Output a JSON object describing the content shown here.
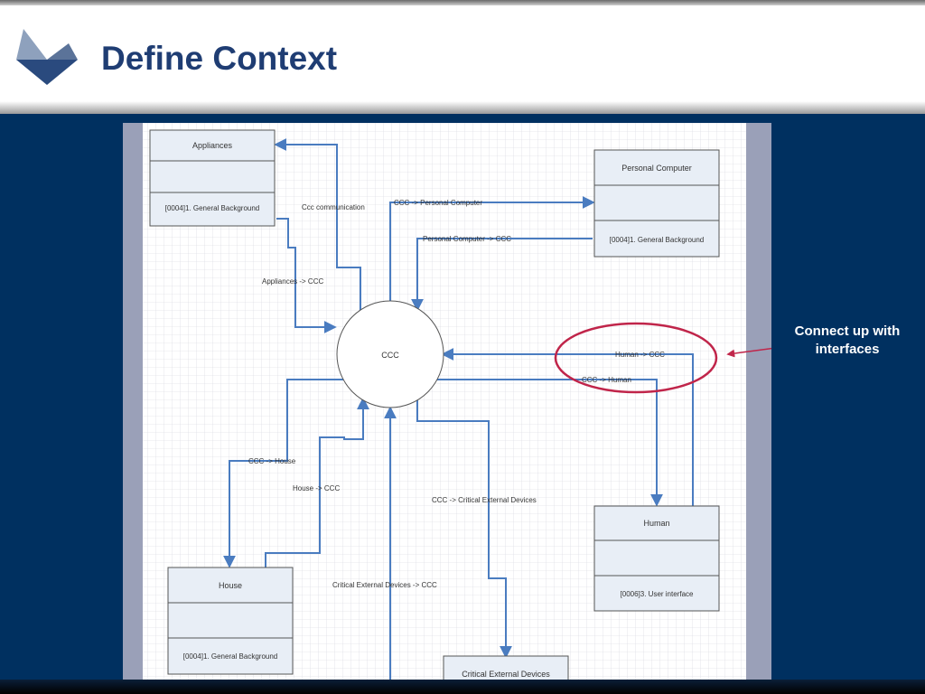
{
  "slide": {
    "title": "Define Context",
    "side_note": "Connect up with interfaces"
  },
  "diagram": {
    "center": "CCC",
    "entities": {
      "appliances": {
        "name": "Appliances",
        "reference": "[0004]1. General Background"
      },
      "personal_computer": {
        "name": "Personal Computer",
        "reference": "[0004]1. General Background"
      },
      "human": {
        "name": "Human",
        "reference": "[0006]3. User interface"
      },
      "house": {
        "name": "House",
        "reference": "[0004]1. General Background"
      },
      "critical": {
        "name": "Critical External Devices"
      }
    },
    "flows": {
      "ccc_communication": "Ccc communication",
      "appliances_to_ccc": "Appliances -> CCC",
      "ccc_to_pc": "CCC -> Personal Computer",
      "pc_to_ccc": "Personal Computer -> CCC",
      "human_to_ccc": "Human -> CCC",
      "ccc_to_human": "CCC -> Human",
      "ccc_to_house": "CCC -> House",
      "house_to_ccc": "House -> CCC",
      "ccc_to_critical": "CCC -> Critical External Devices",
      "critical_to_ccc": "Critical External Devices -> CCC"
    }
  },
  "colors": {
    "title": "#1f3d73",
    "background": "#003060",
    "flow_line": "#4a7cc0",
    "highlight": "#c0254a",
    "entity_fill": "#e8eef6"
  }
}
